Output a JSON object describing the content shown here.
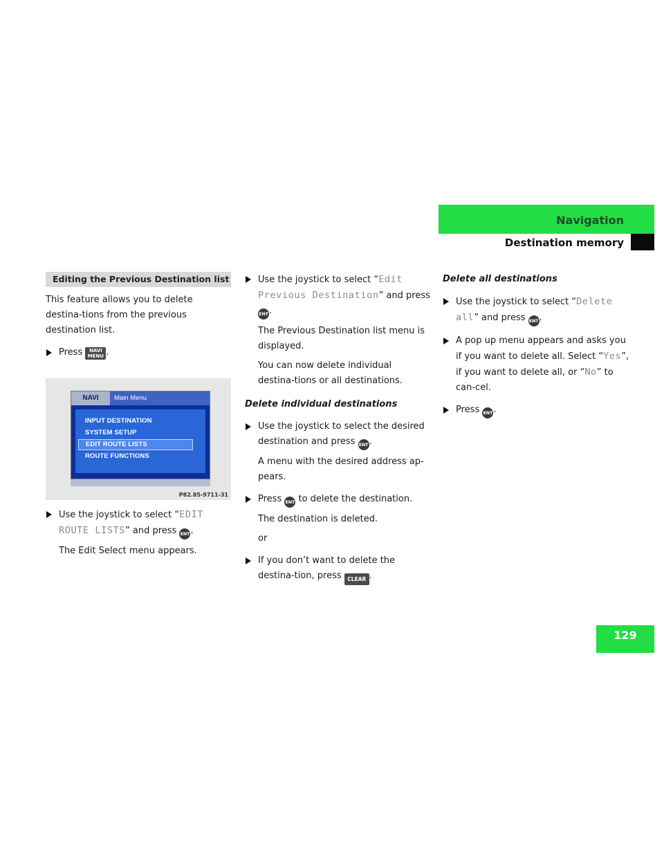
{
  "header": {
    "chapter": "Navigation",
    "section": "Destination memory"
  },
  "page_number": "129",
  "col1": {
    "section_title": "Editing the Previous Destination list",
    "intro": "This feature allows you to delete destina-tions from the previous destination list.",
    "step1_prefix": "Press",
    "step1_suffix": ".",
    "btn_navi_top": "NAVI",
    "btn_navi_bottom": "MENU",
    "figure": {
      "tab_navi": "NAVI",
      "tab_main": "Main Menu",
      "menu_items": [
        "INPUT DESTINATION",
        "SYSTEM SETUP",
        "EDIT ROUTE LISTS",
        "ROUTE FUNCTIONS"
      ],
      "selected_index": 2,
      "caption": "P82.85-9711-31"
    },
    "step2_prefix": "Use the joystick to select “",
    "step2_code": "EDIT ROUTE LISTS",
    "step2_suffix": "” and press",
    "step2_end": ".",
    "step2_result": "The Edit Select menu appears."
  },
  "col2": {
    "step1_prefix": "Use the joystick to select “",
    "step1_code": "Edit Previous Destination",
    "step1_suffix": "” and press",
    "step1_end": ".",
    "step1_result1": "The Previous Destination list menu is displayed.",
    "step1_result2": "You can now delete individual destina-tions or all destinations.",
    "subheading": "Delete individual destinations",
    "step2_text": "Use the joystick to select the desired destination and press",
    "step2_end": ".",
    "step2_result": "A menu with the desired address ap-pears.",
    "step3_prefix": "Press",
    "step3_suffix": "to delete the destination.",
    "step3_result": "The destination is deleted.",
    "or": "or",
    "step4_text": "If you don’t want to delete the destina-tion, press",
    "step4_end": ".",
    "btn_clear": "CLEAR"
  },
  "col3": {
    "subheading": "Delete all destinations",
    "step1_prefix": "Use the joystick to select “",
    "step1_code": "Delete all",
    "step1_suffix": "” and press",
    "step1_end": ".",
    "step2_a": "A pop up menu appears and asks you if you want to delete all. Select “",
    "step2_yes": "Yes",
    "step2_b": "”, if you want to delete all, or “",
    "step2_no": "No",
    "step2_c": "” to can-cel.",
    "step3_prefix": "Press",
    "step3_end": "."
  },
  "btn_ent": "ENT",
  "colors": {
    "accent_green": "#22dd44",
    "screen_blue": "#0c2f9a",
    "code_gray": "#8a8a8a"
  }
}
